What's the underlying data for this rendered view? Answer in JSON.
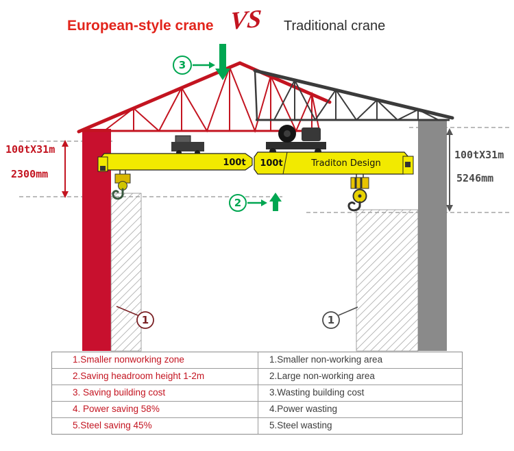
{
  "title": {
    "left": "European-style crane",
    "vs": "VS",
    "right": "Traditional crane"
  },
  "diagram": {
    "left_dims": {
      "label": "100tX31m",
      "value": "2300mm"
    },
    "right_dims": {
      "label": "100tX31m",
      "value": "5246mm"
    },
    "left_beam": {
      "capacity": "100t"
    },
    "right_beam": {
      "capacity": "100t",
      "name": "Traditon Design"
    },
    "markers": {
      "one": "1",
      "two": "2",
      "three": "3"
    }
  },
  "table": {
    "left_rows": [
      "1.Smaller nonworking zone",
      "2.Saving headroom height 1-2m",
      "3. Saving building cost",
      "4. Power saving  58%",
      "5.Steel saving 45%"
    ],
    "right_rows": [
      "1.Smaller non-working area",
      "2.Large non-working area",
      "3.Wasting building cost",
      "4.Power wasting",
      "5.Steel wasting"
    ]
  },
  "colors": {
    "red": "#c31420",
    "green": "#00a651",
    "yellow": "#f2ea00",
    "gray_column": "#8a8a8a",
    "truss_dark": "#3b3b3b"
  }
}
